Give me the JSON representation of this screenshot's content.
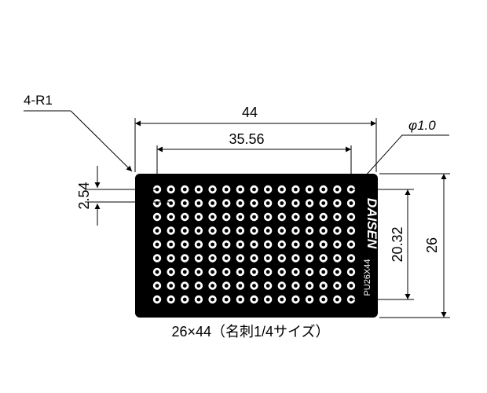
{
  "labels": {
    "corner_radius": "4-R1",
    "overall_width": "44",
    "pitch_span": "35.56",
    "hole_diameter": "φ1.0",
    "pitch": "2.54",
    "vertical_span": "20.32",
    "overall_height": "26",
    "caption": "26×44（名刺1/4サイズ）"
  },
  "board": {
    "brand": "DAISEN",
    "model": "PU26X44",
    "hole_columns": 15,
    "hole_rows": 9,
    "colors": {
      "board_fill": "#000000",
      "hole_ring": "#ffffff",
      "hole_center": "#000000",
      "line": "#000000"
    }
  }
}
